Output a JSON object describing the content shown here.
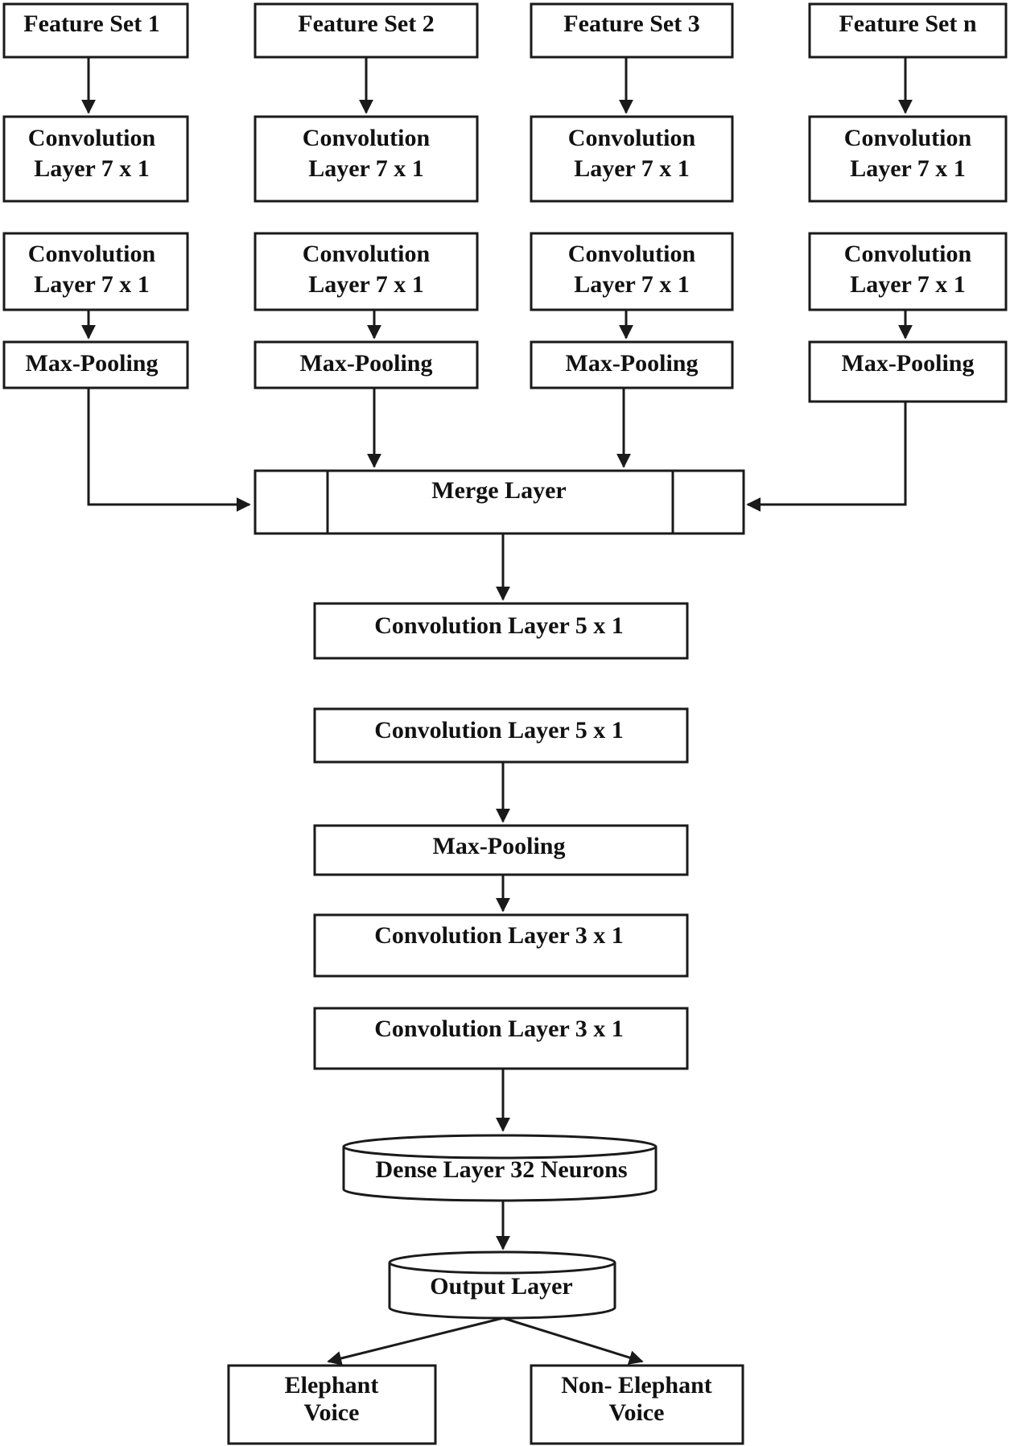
{
  "feature_sets": [
    "Feature Set 1",
    "Feature Set 2",
    "Feature Set 3",
    "Feature Set n"
  ],
  "branch": {
    "conv_line1": "Convolution",
    "conv_line2": "Layer 7 x 1",
    "pool": "Max-Pooling"
  },
  "merge": "Merge Layer",
  "trunk": {
    "conv5_a": "Convolution Layer 5 x 1",
    "conv5_b": "Convolution Layer 5 x 1",
    "pool": "Max-Pooling",
    "conv3_a": "Convolution Layer 3 x 1",
    "conv3_b": "Convolution Layer 3 x 1",
    "dense": "Dense Layer 32 Neurons",
    "output": "Output Layer"
  },
  "outputs": {
    "elephant_line1": "Elephant",
    "elephant_line2": "Voice",
    "non_elephant_line1": "Non- Elephant",
    "non_elephant_line2": "Voice"
  }
}
